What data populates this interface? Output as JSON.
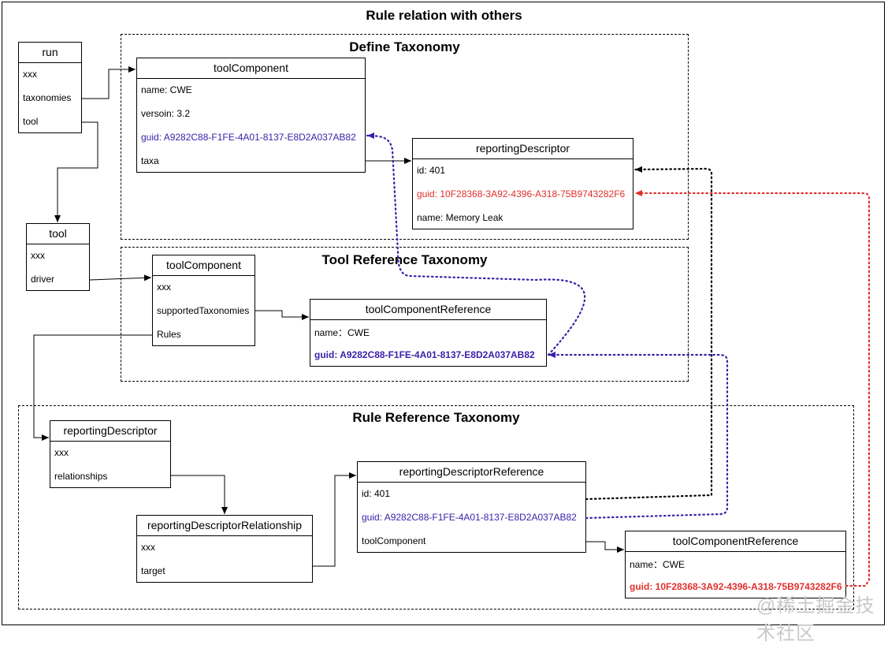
{
  "title": "Rule relation with others",
  "groups": {
    "define": "Define Taxonomy",
    "toolref": "Tool Reference Taxonomy",
    "ruleref": "Rule Reference Taxonomy"
  },
  "run": {
    "title": "run",
    "rows": [
      "xxx",
      "taxonomies",
      "tool"
    ]
  },
  "tool": {
    "title": "tool",
    "rows": [
      "xxx",
      "driver"
    ]
  },
  "define_toolComponent": {
    "title": "toolComponent",
    "rows": [
      "name: CWE",
      "versoin: 3.2",
      "guid: A9282C88-F1FE-4A01-8137-E8D2A037AB82",
      "taxa"
    ]
  },
  "define_reportingDescriptor": {
    "title": "reportingDescriptor",
    "rows": [
      "id: 401",
      "guid: 10F28368-3A92-4396-A318-75B9743282F6",
      "name: Memory Leak"
    ]
  },
  "toolref_toolComponent": {
    "title": "toolComponent",
    "rows": [
      "xxx",
      "supportedTaxonomies",
      "Rules"
    ]
  },
  "toolref_toolComponentReference": {
    "title": "toolComponentReference",
    "rows": [
      "name：CWE",
      "guid: A9282C88-F1FE-4A01-8137-E8D2A037AB82"
    ]
  },
  "ruleref_reportingDescriptor": {
    "title": "reportingDescriptor",
    "rows": [
      "xxx",
      "relationships"
    ]
  },
  "ruleref_relationship": {
    "title": "reportingDescriptorRelationship",
    "rows": [
      "xxx",
      "target"
    ]
  },
  "ruleref_descriptorReference": {
    "title": "reportingDescriptorReference",
    "rows": [
      "id: 401",
      "guid: A9282C88-F1FE-4A01-8137-E8D2A037AB82",
      "toolComponent"
    ]
  },
  "ruleref_toolComponentReference": {
    "title": "toolComponentReference",
    "rows": [
      "name：CWE",
      "guid: 10F28368-3A92-4396-A318-75B9743282F6"
    ]
  },
  "watermark": "@稀土掘金技术社区",
  "colors": {
    "guid_blue": "#3a1fa8",
    "guid_red": "#e0302d",
    "black": "#000000"
  }
}
